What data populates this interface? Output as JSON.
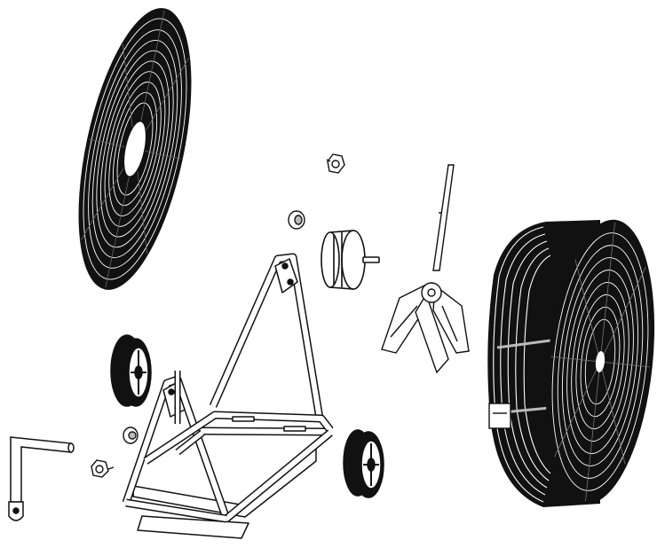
{
  "diagram": {
    "kind": "exploded-view line drawing",
    "background": "#ffffff",
    "ink": "#111111",
    "parts": [
      {
        "id": "front-grille",
        "icon": "front-grille-icon"
      },
      {
        "id": "knob-upper",
        "icon": "knob-icon"
      },
      {
        "id": "bushing-upper",
        "icon": "bushing-icon"
      },
      {
        "id": "motor",
        "icon": "motor-icon"
      },
      {
        "id": "fan-blade",
        "icon": "fan-blade-icon"
      },
      {
        "id": "rear-grille-housing",
        "icon": "rear-grille-icon"
      },
      {
        "id": "wheel-left",
        "icon": "wheel-icon"
      },
      {
        "id": "wheel-right",
        "icon": "wheel-icon"
      },
      {
        "id": "cart-frame",
        "icon": "cart-frame-icon"
      },
      {
        "id": "bushing-lower",
        "icon": "bushing-icon"
      },
      {
        "id": "knob-lower",
        "icon": "knob-icon"
      },
      {
        "id": "handle",
        "icon": "handle-icon"
      }
    ]
  }
}
